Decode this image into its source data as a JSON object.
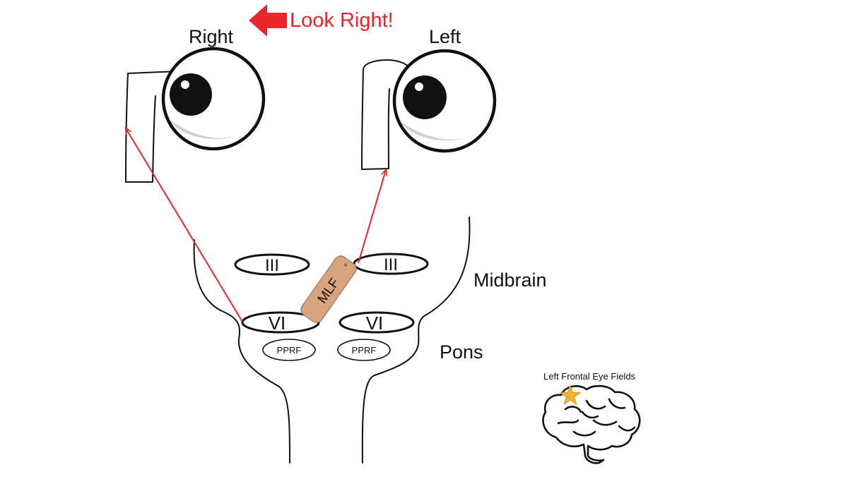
{
  "annotation": {
    "look_text": "Look Right!",
    "arrow_color": "#e8262b"
  },
  "eyes": {
    "right_label": "Right",
    "left_label": "Left",
    "gaze_direction": "right"
  },
  "brainstem": {
    "midbrain_label": "Midbrain",
    "pons_label": "Pons",
    "nucleus_III_left": "III",
    "nucleus_III_right": "III",
    "nucleus_VI_left": "VI",
    "nucleus_VI_right": "VI",
    "pprf_left": "PPRF",
    "pprf_right": "PPRF",
    "mlf_label": "MLF",
    "mlf_color": "#d8a47f",
    "pathway_color": "#e8262b"
  },
  "brain": {
    "caption": "Left Frontal Eye Fields",
    "star_color": "#f2b233",
    "icon": "brain-icon"
  }
}
